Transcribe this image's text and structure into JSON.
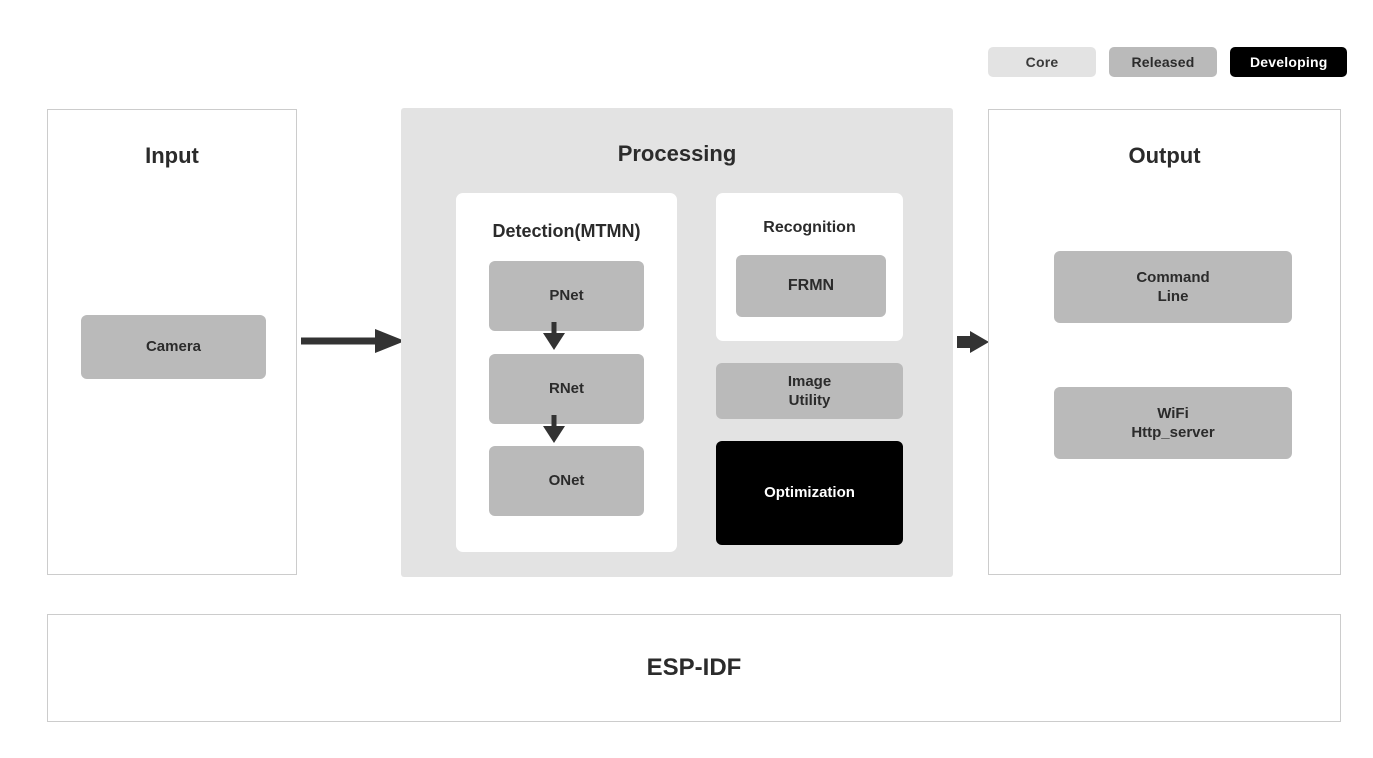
{
  "legend": {
    "items": [
      {
        "label": "Core",
        "style": "core",
        "color": "#e3e3e3"
      },
      {
        "label": "Released",
        "style": "released",
        "color": "#bababa"
      },
      {
        "label": "Developing",
        "style": "developing",
        "color": "#000000"
      }
    ]
  },
  "input": {
    "title": "Input",
    "nodes": [
      {
        "label": "Camera",
        "status": "Released"
      }
    ]
  },
  "processing": {
    "title": "Processing",
    "detection": {
      "title": "Detection(MTMN)",
      "nodes": [
        {
          "label": "PNet",
          "status": "Released"
        },
        {
          "label": "RNet",
          "status": "Released"
        },
        {
          "label": "ONet",
          "status": "Released"
        }
      ]
    },
    "recognition": {
      "title": "Recognition",
      "nodes": [
        {
          "label": "FRMN",
          "status": "Released"
        }
      ]
    },
    "extras": [
      {
        "label": "Image\nUtility",
        "status": "Released"
      },
      {
        "label": "Optimization",
        "status": "Developing"
      }
    ]
  },
  "output": {
    "title": "Output",
    "nodes": [
      {
        "label": "Command\nLine",
        "status": "Released"
      },
      {
        "label": "WiFi\nHttp_server",
        "status": "Released"
      }
    ]
  },
  "foundation": {
    "label": "ESP-IDF"
  },
  "arrows": [
    {
      "name": "input-to-processing",
      "direction": "right"
    },
    {
      "name": "processing-to-output",
      "direction": "right"
    },
    {
      "name": "pnet-to-rnet",
      "direction": "down"
    },
    {
      "name": "rnet-to-onet",
      "direction": "down"
    }
  ],
  "colors": {
    "released": "#bababa",
    "core": "#e3e3e3",
    "developing": "#000000",
    "panel_border": "#cccccc",
    "arrow": "#333333",
    "text": "#2b2b2b"
  }
}
